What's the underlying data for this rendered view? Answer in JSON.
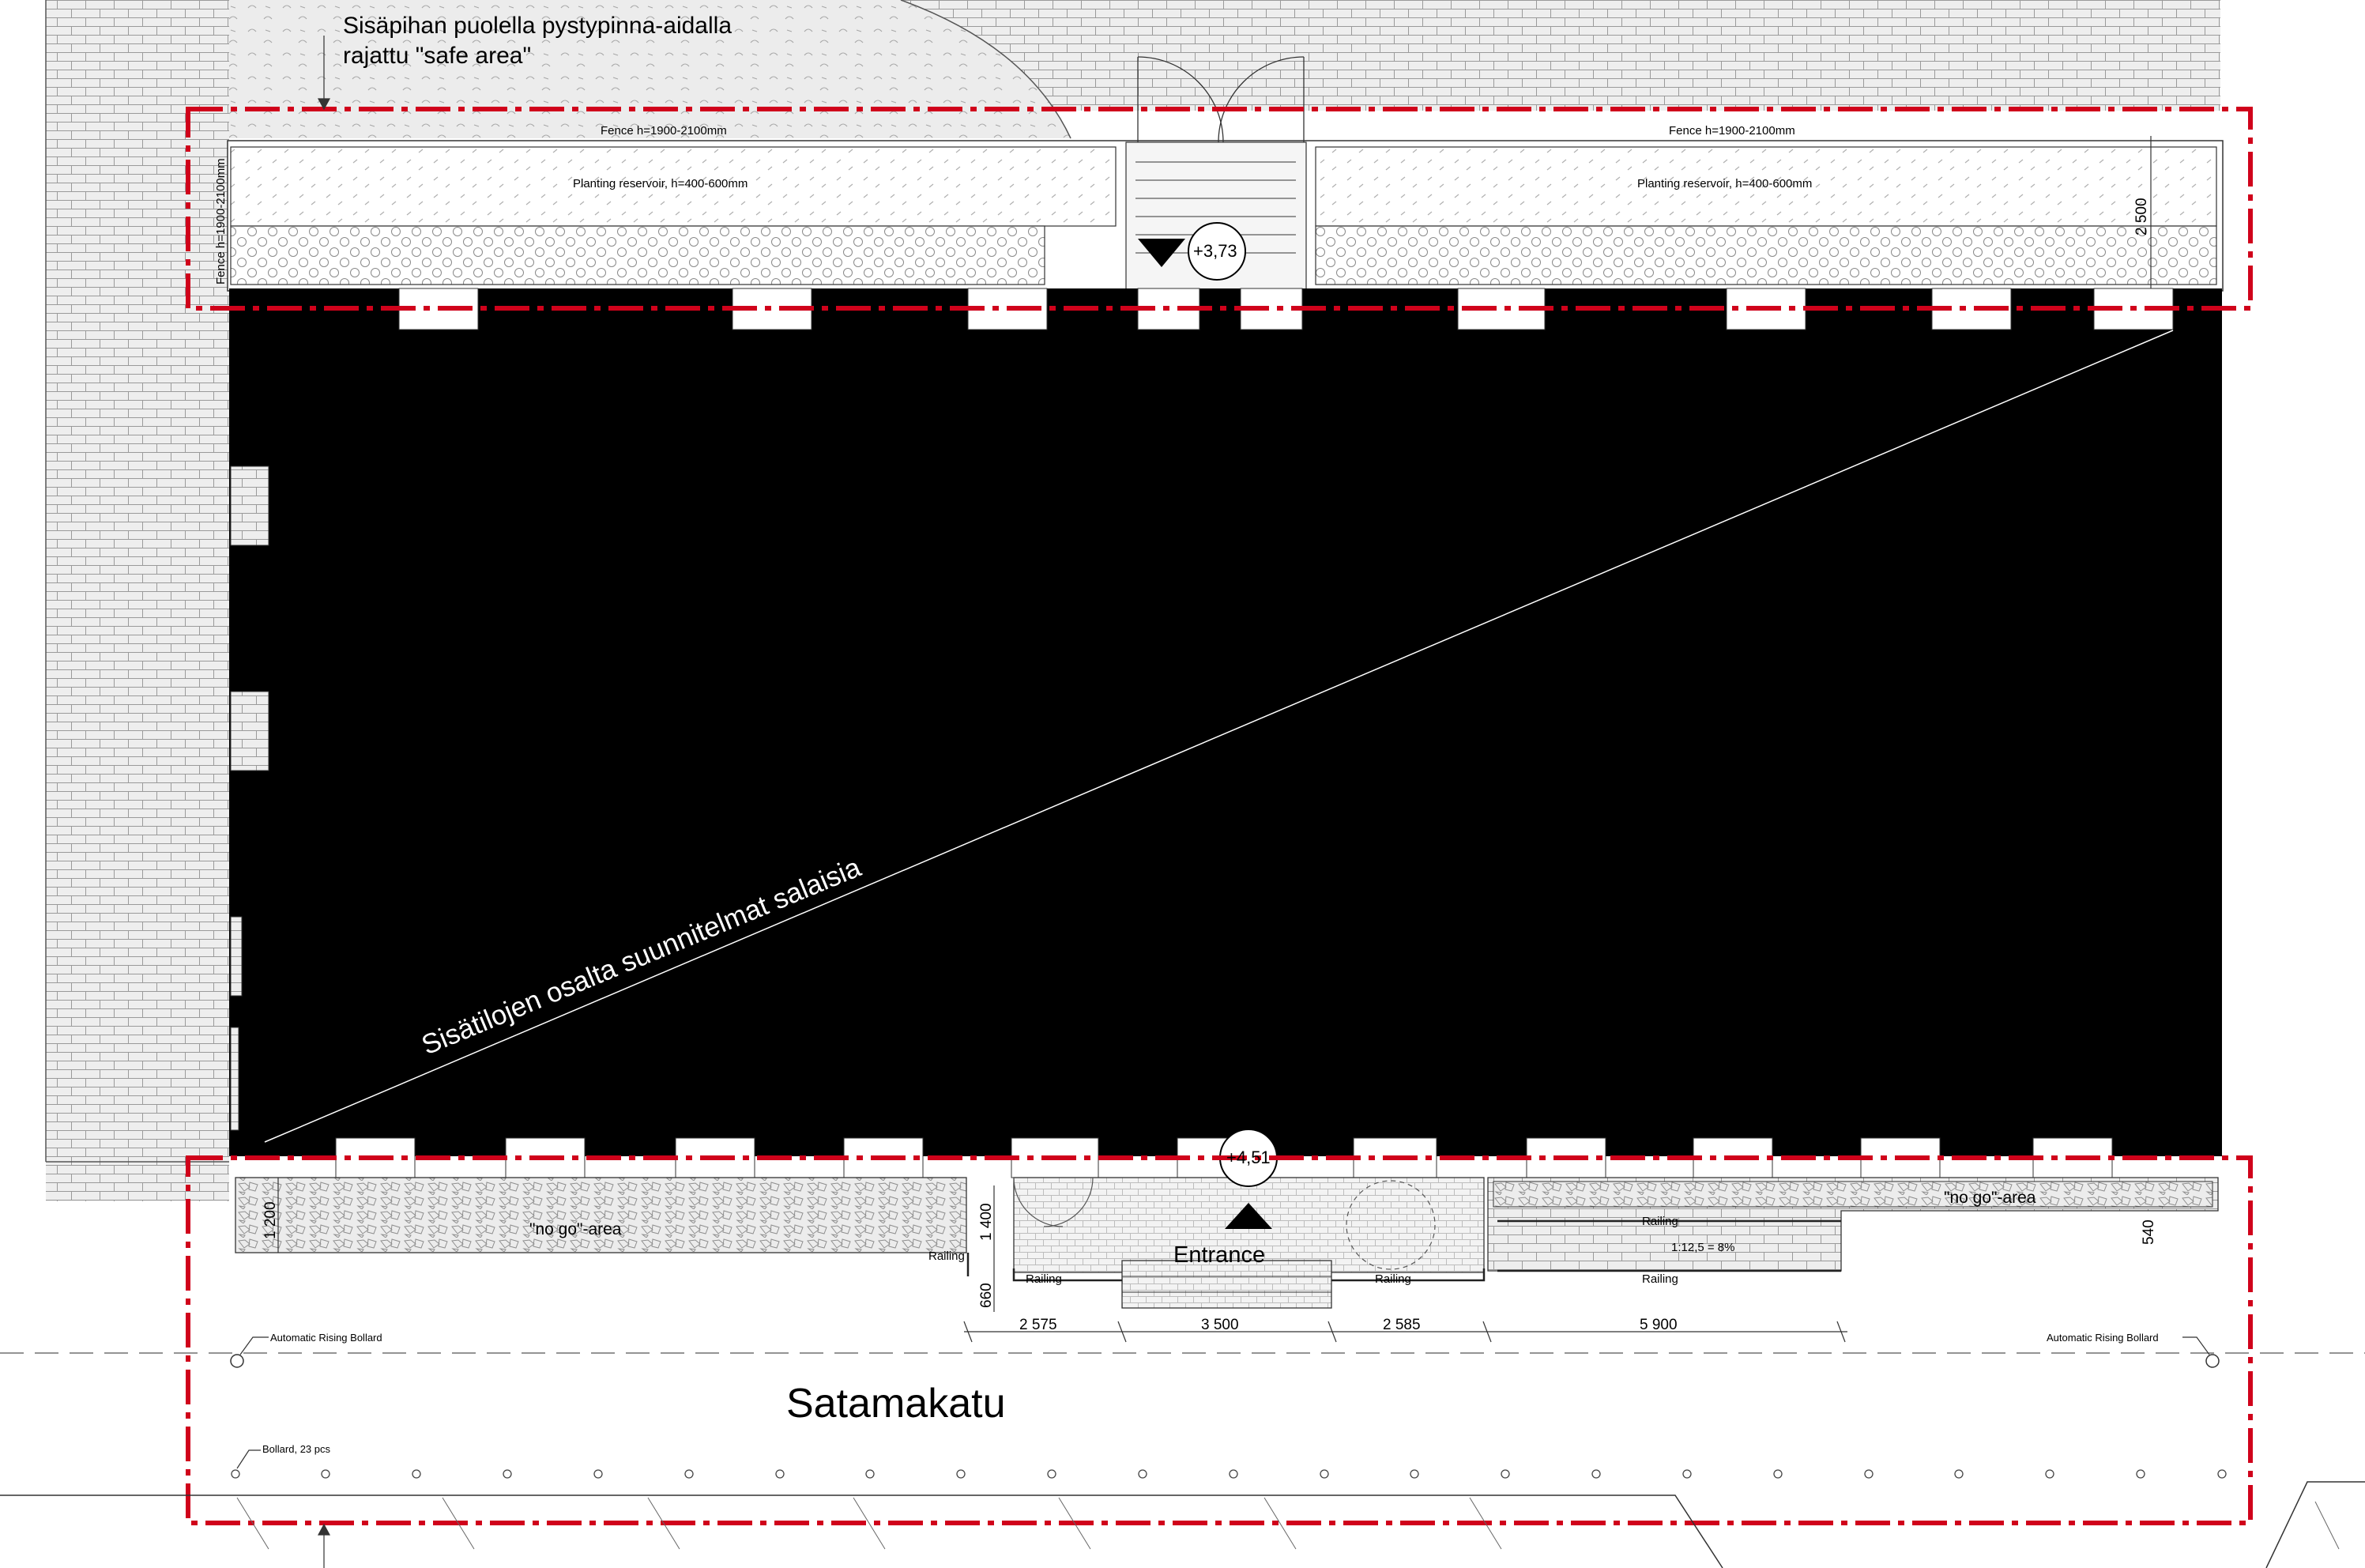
{
  "annotations": {
    "safe_area_line1": "Sisäpihan puolella pystypinna-aidalla",
    "safe_area_line2": "rajattu \"safe area\"",
    "fence_left": "Fence h=1900-2100mm",
    "fence_right": "Fence h=1900-2100mm",
    "fence_side": "Fence h=1900-2100mm",
    "planting_left": "Planting reservoir, h=400-600mm",
    "planting_right": "Planting reservoir, h=400-600mm",
    "dim_2500": "2 500",
    "level_top": "+3,73",
    "level_bottom": "+4,51",
    "secret_note": "Sisätilojen osalta suunnitelmat salaisia",
    "no_go_left": "\"no go\"-area",
    "no_go_right": "\"no go\"-area",
    "dim_1200": "1 200",
    "dim_1400": "1 400",
    "dim_660": "660",
    "dim_540": "540",
    "railing_1": "Railing",
    "railing_2": "Railing",
    "railing_3": "Railing",
    "railing_4": "Railing",
    "railing_5": "Railing",
    "ramp_slope": "1:12,5 = 8%",
    "entrance": "Entrance",
    "dim_2575": "2 575",
    "dim_3500": "3 500",
    "dim_2585": "2 585",
    "dim_5900": "5 900",
    "bollard_auto_left": "Automatic Rising Bollard",
    "bollard_auto_right": "Automatic Rising Bollard",
    "bollard_count": "Bollard, 23 pcs",
    "street_name": "Satamakatu"
  },
  "colors": {
    "boundary": "#d0021b",
    "building": "#000000",
    "paving": "#eeeeee",
    "line": "#333333"
  }
}
